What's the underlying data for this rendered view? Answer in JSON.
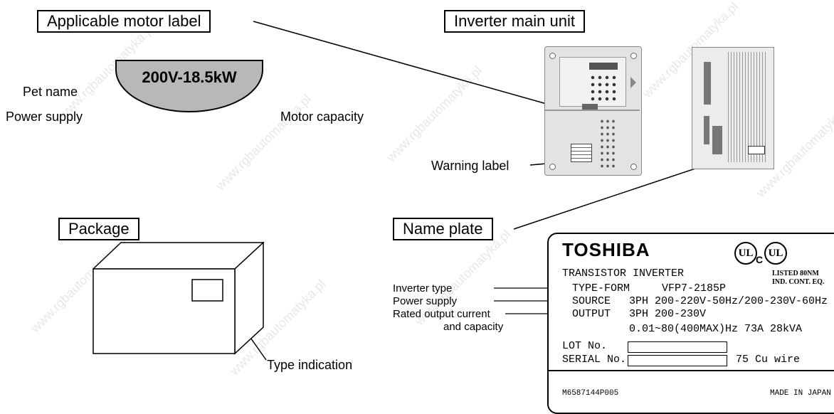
{
  "sections": {
    "motor_label": "Applicable motor label",
    "inverter": "Inverter main unit",
    "package": "Package",
    "name_plate": "Name plate"
  },
  "motor": {
    "value": "200V-18.5kW",
    "pet_name": "Pet name",
    "power_supply": "Power supply",
    "motor_capacity": "Motor capacity",
    "color": "#b8b8b8"
  },
  "labels": {
    "warning": "Warning label",
    "type_indication": "Type indication",
    "inverter_type": "Inverter type",
    "power_supply": "Power supply",
    "rated_output_1": "Rated output current",
    "rated_output_2": "and capacity"
  },
  "plate": {
    "brand": "TOSHIBA",
    "ul_mark": "UL",
    "ul_c": "C",
    "listed_1": "LISTED 80NM",
    "listed_2": "IND. CONT. EQ.",
    "title": "TRANSISTOR INVERTER",
    "type_key": "TYPE-FORM",
    "type_val": "VFP7-2185P",
    "source_key": "SOURCE",
    "source_val": "3PH 200-220V-50Hz/200-230V-60Hz",
    "output_key": "OUTPUT",
    "output_val": "3PH 200-230V",
    "output_val2": "0.01~80(400MAX)Hz 73A 28kVA",
    "lot": "LOT No.",
    "serial": "SERIAL No.",
    "serial_suffix": "75  Cu wire",
    "code": "M6587144P005",
    "made": "MADE IN JAPAN"
  },
  "watermark": "www.rgbautomatyka.pl"
}
